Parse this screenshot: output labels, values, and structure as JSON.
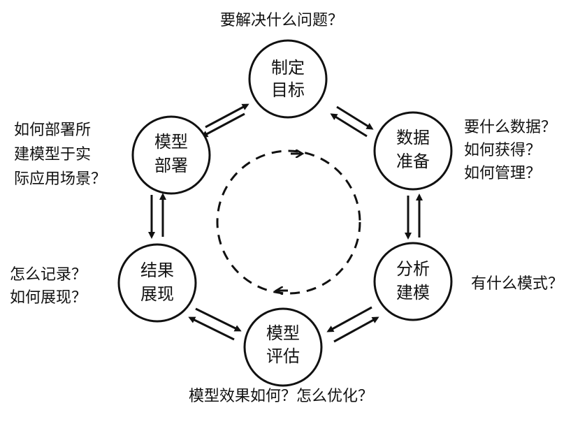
{
  "nodes": {
    "define_goal": {
      "line1": "制定",
      "line2": "目标"
    },
    "data_prep": {
      "line1": "数据",
      "line2": "准备"
    },
    "analysis_modeling": {
      "line1": "分析",
      "line2": "建模"
    },
    "model_eval": {
      "line1": "模型",
      "line2": "评估"
    },
    "result_display": {
      "line1": "结果",
      "line2": "展现"
    },
    "model_deploy": {
      "line1": "模型",
      "line2": "部署"
    }
  },
  "questions": {
    "define_goal": [
      "要解决什么问题？"
    ],
    "data_prep": [
      "要什么数据？",
      "如何获得？",
      "如何管理？"
    ],
    "analysis_modeling": [
      "有什么模式？"
    ],
    "model_eval": [
      "模型效果如何？怎么优化？"
    ],
    "result_display": [
      "怎么记录？",
      "如何展现？"
    ],
    "model_deploy": [
      "如何部署所",
      "建模型于实",
      "际应用场景？"
    ]
  }
}
